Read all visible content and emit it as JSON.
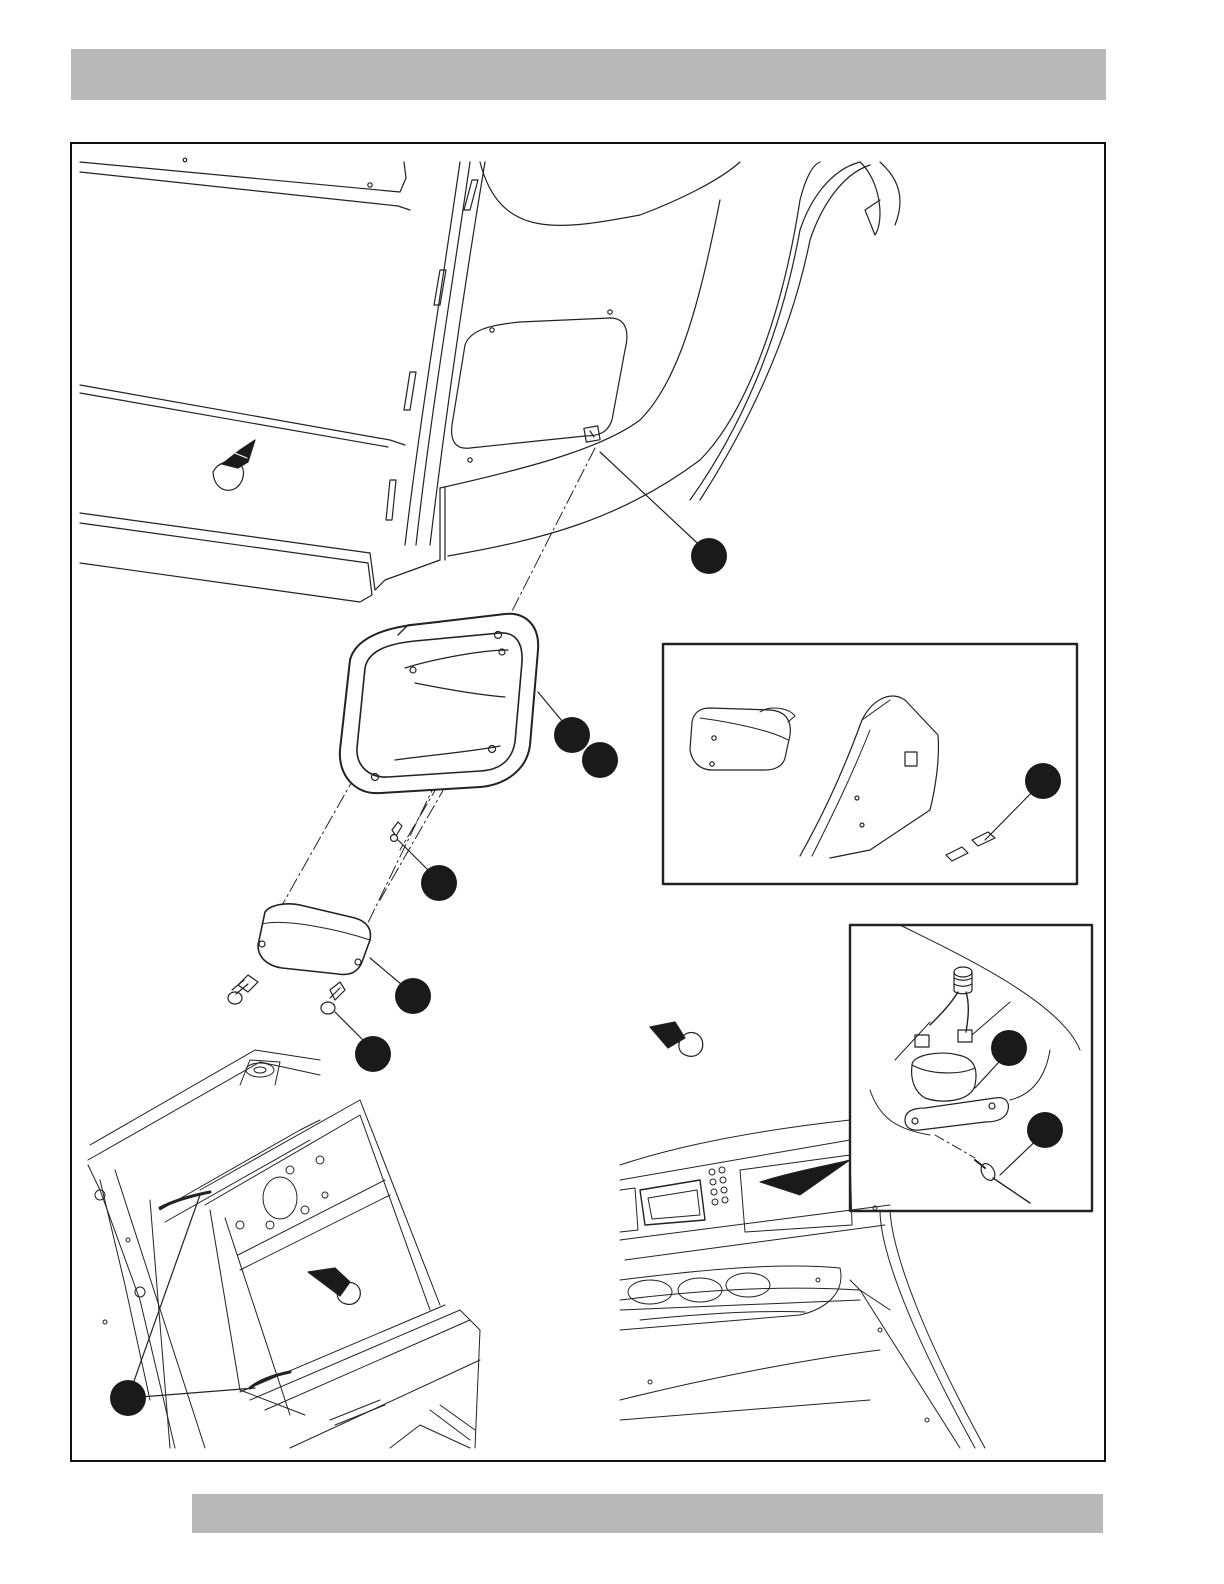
{
  "header": {
    "title": ""
  },
  "footer": {
    "text": ""
  },
  "figure": {
    "callouts": [
      {
        "id": "callout-upper-clip",
        "label": ""
      },
      {
        "id": "callout-housing-a",
        "label": ""
      },
      {
        "id": "callout-housing-b",
        "label": ""
      },
      {
        "id": "callout-housing-screw",
        "label": ""
      },
      {
        "id": "callout-lens",
        "label": ""
      },
      {
        "id": "callout-lens-screw",
        "label": ""
      },
      {
        "id": "callout-inset-screws",
        "label": ""
      },
      {
        "id": "callout-flasher",
        "label": ""
      },
      {
        "id": "callout-rivet",
        "label": ""
      },
      {
        "id": "callout-cable-ties",
        "label": ""
      }
    ]
  }
}
